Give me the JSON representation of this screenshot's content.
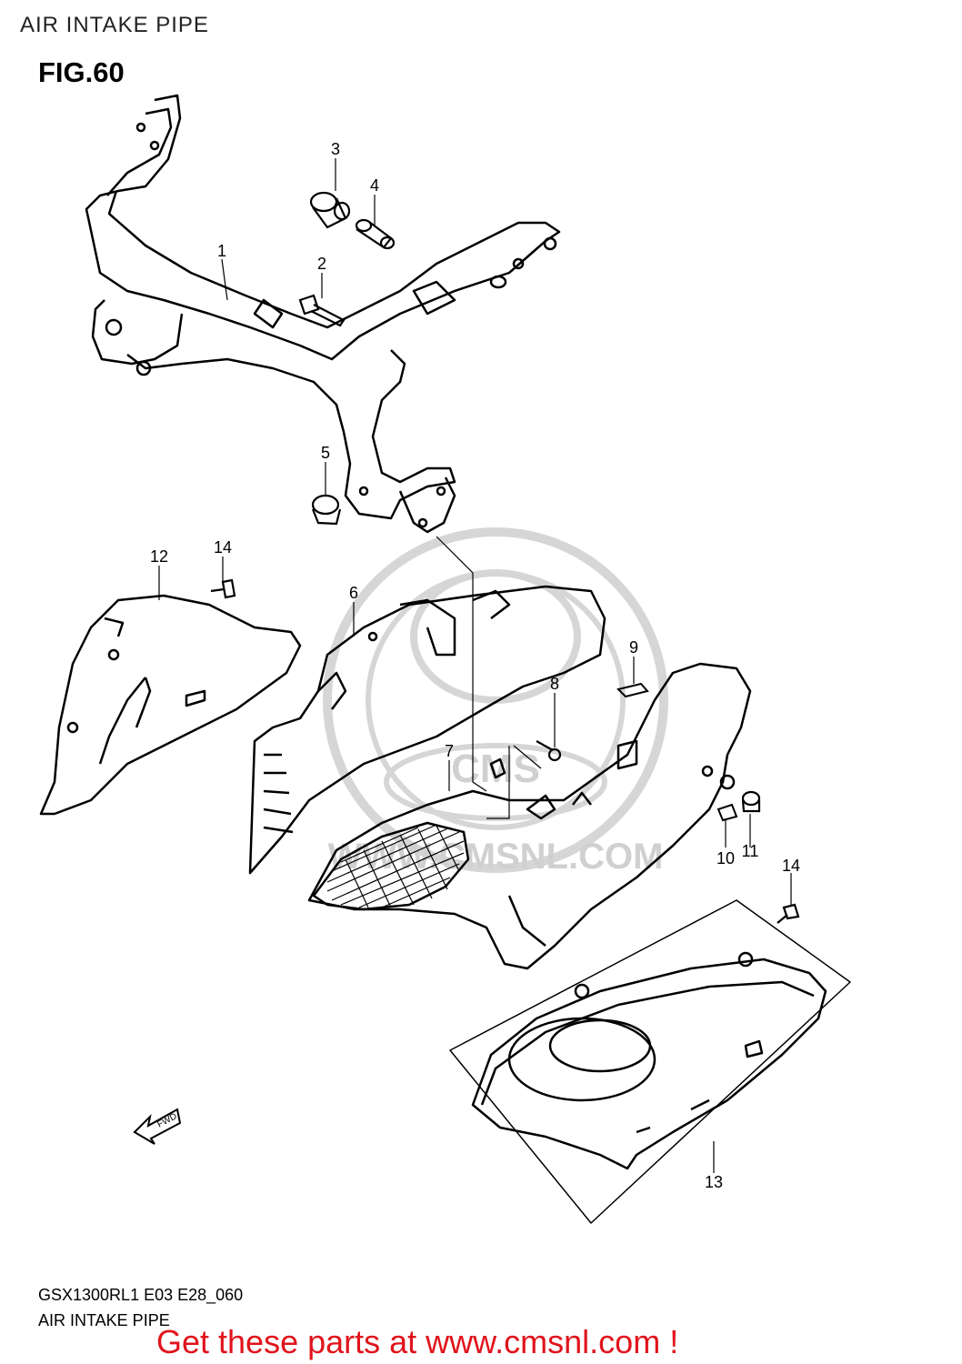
{
  "header": {
    "title": "AIR INTAKE PIPE"
  },
  "figure": {
    "label": "FIG.60"
  },
  "watermark": {
    "text": "WWW.CMSNL.COM",
    "logo": "CMS"
  },
  "fwd_arrow": {
    "text": "FWD"
  },
  "callouts": [
    "1",
    "2",
    "3",
    "4",
    "5",
    "6",
    "7",
    "8",
    "9",
    "10",
    "11",
    "12",
    "13",
    "14",
    "14"
  ],
  "footer": {
    "model_code": "GSX1300RL1 E03 E28_060",
    "section_name": "AIR INTAKE PIPE",
    "cta": "Get these parts at www.cmsnl.com !"
  },
  "colors": {
    "cta": "#e0141c",
    "line": "#000000",
    "watermark": "#d4d4d4"
  }
}
